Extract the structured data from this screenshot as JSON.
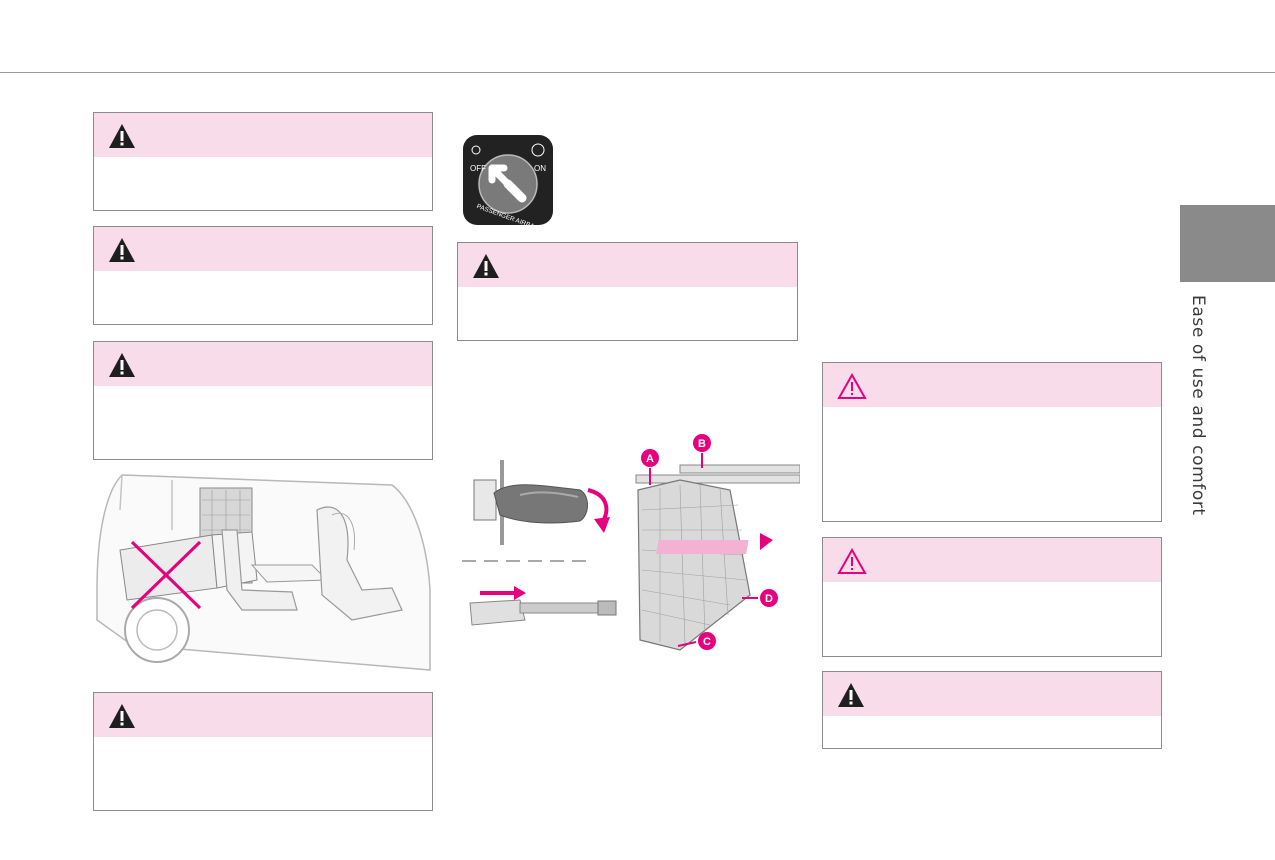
{
  "side_tab": {
    "label": "Ease of use and comfort"
  },
  "airbag_switch": {
    "off_label": "OFF",
    "on_label": "ON",
    "ring_label": "PASSENGER AIRBAG"
  },
  "net_diagram": {
    "markers": [
      "A",
      "B",
      "C",
      "D"
    ]
  },
  "colors": {
    "accent": "#e6007e",
    "warning_band": "#f9dcea",
    "tab": "#8a8a8a"
  },
  "icons": {
    "warning_filled": "warning-icon",
    "warning_outline": "warning-outline-icon"
  }
}
